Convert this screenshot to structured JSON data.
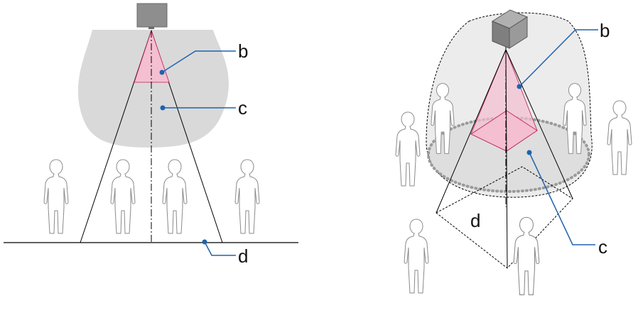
{
  "left_view": {
    "labels": {
      "b": "b",
      "c": "c",
      "d": "d"
    }
  },
  "right_view": {
    "labels": {
      "b": "b",
      "c": "c",
      "d": "d"
    }
  },
  "colors": {
    "zone_fill": "#d9d9d9",
    "image_fill": "#f4bfd0",
    "image_stroke": "#c2185b",
    "leader": "#1f63ad",
    "outline": "#000000",
    "person": "#8a8a8a"
  },
  "icons": [
    "projector-icon",
    "person-icon"
  ]
}
